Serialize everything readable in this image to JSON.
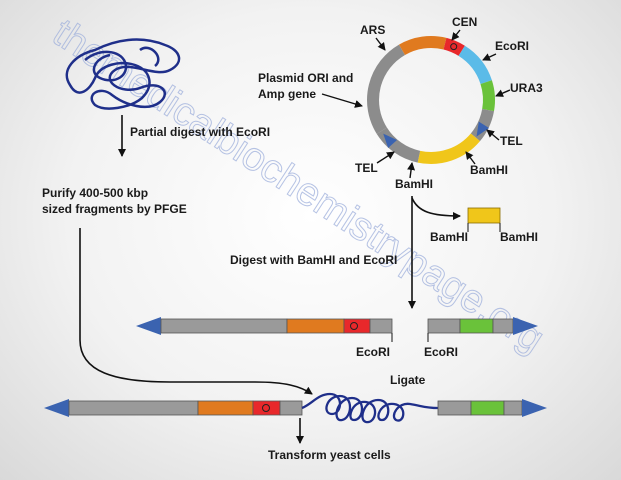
{
  "watermark": "themedicalbiochemistrypage.org",
  "labels": {
    "ars": "ARS",
    "cen": "CEN",
    "ecori_plasmid": "EcoRI",
    "ura3": "URA3",
    "plasmid_ori_line1": "Plasmid ORI and",
    "plasmid_ori_line2": "Amp gene",
    "tel_right": "TEL",
    "bamhi_right": "BamHI",
    "tel_left": "TEL",
    "bamhi_bottom": "BamHI",
    "partial_digest": "Partial digest with EcoRI",
    "purify_line1": "Purify 400-500 kbp",
    "purify_line2": "sized fragments by PFGE",
    "fragment_bamhi_left": "BamHI",
    "fragment_bamhi_right": "BamHI",
    "digest_both": "Digest with BamHI and EcoRI",
    "ecori_arm_left": "EcoRI",
    "ecori_arm_right": "EcoRI",
    "ligate": "Ligate",
    "transform": "Transform yeast cells"
  },
  "colors": {
    "ars": "#e07a1f",
    "cen": "#e8282b",
    "ecori_segment": "#5bbbe8",
    "ura3": "#6ac23a",
    "plasmid_backbone": "#8c8c8c",
    "bamhi_segment": "#f0c61a",
    "tel": "#3b63b0",
    "dna": "#1f2f8a",
    "arm": "#9a9a9a"
  }
}
